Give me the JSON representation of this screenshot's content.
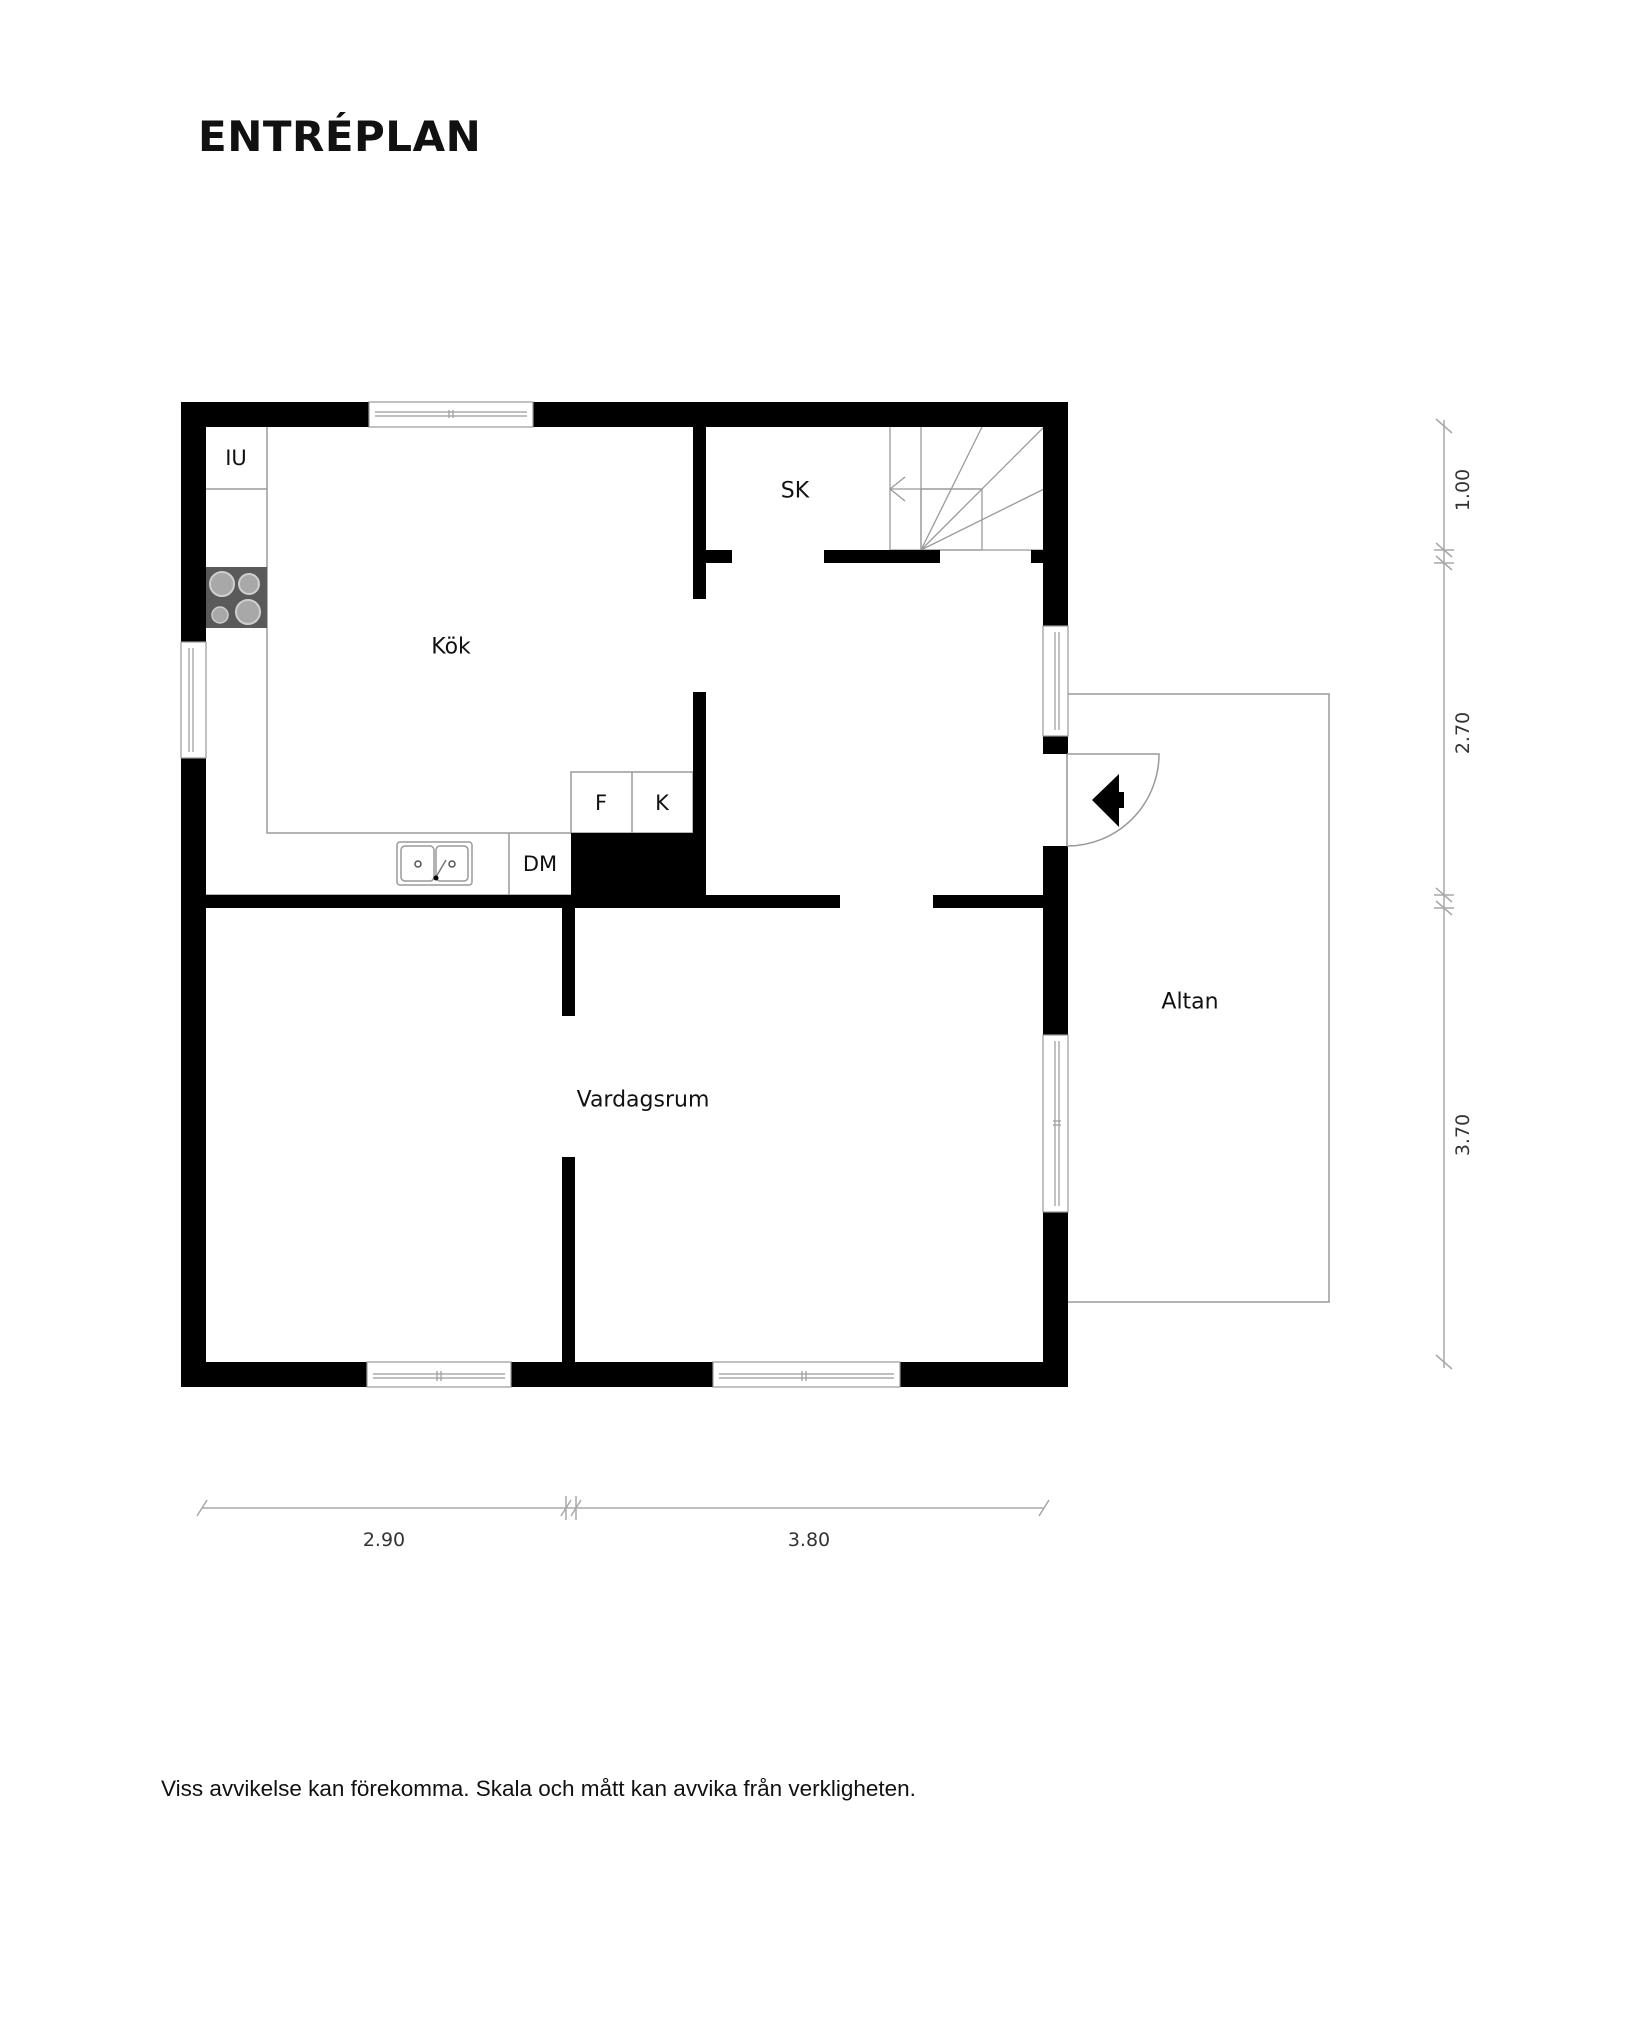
{
  "title": "ENTRÉPLAN",
  "rooms": {
    "kok": "Kök",
    "sk": "SK",
    "vardagsrum": "Vardagsrum",
    "altan": "Altan"
  },
  "fixtures": {
    "iu": "IU",
    "f": "F",
    "k": "K",
    "dm": "DM",
    "stove": "stove-icon",
    "sink": "sink-icon",
    "stairs": "stairs-icon",
    "entrance_arrow": "entrance-arrow-icon"
  },
  "dimensions": {
    "bottom": [
      "2.90",
      "3.80"
    ],
    "right": [
      "1.00",
      "2.70",
      "3.70"
    ]
  },
  "disclaimer": "Viss avvikelse kan förekomma. Skala och mått kan avvika från verkligheten.",
  "colors": {
    "wall": "#000000",
    "line": "#999999",
    "stove": "#5a5a5a",
    "dimension": "#aaaaaa"
  }
}
